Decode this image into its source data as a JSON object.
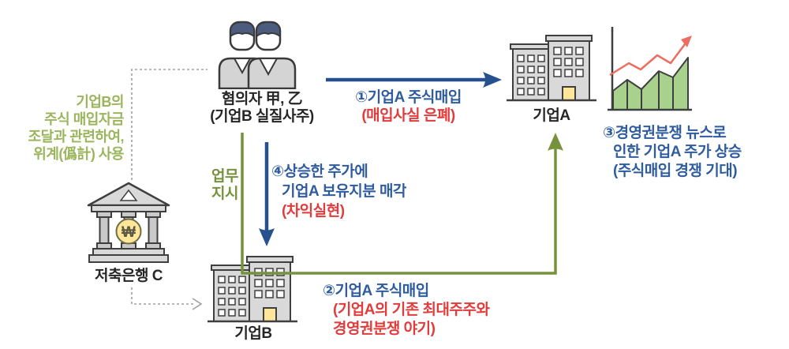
{
  "colors": {
    "arrow_blue": "#27508F",
    "text_blue": "#2E5C9E",
    "text_red": "#E23B3B",
    "line_green": "#76923C",
    "note_green": "#9BB55C",
    "dashed_gray": "#A0A0A0",
    "chart_area_green": "#A9D18E",
    "chart_line_red": "#ED6D60",
    "coin_yellow": "#FFE699",
    "icon_gray": "#D9D9D9"
  },
  "nodes": {
    "suspects": {
      "name": "혐의자 甲, 乙",
      "role": "(기업B 실질사주)",
      "icon": "two-persons-icon"
    },
    "company_a": {
      "label": "기업A",
      "icon": "office-building-icon"
    },
    "company_b": {
      "label": "기업B",
      "icon": "office-building-icon"
    },
    "bank": {
      "label": "저축은행 C",
      "icon": "bank-icon",
      "coin_symbol": "₩"
    }
  },
  "annotations": {
    "funding_note": {
      "lines": [
        "기업B의",
        "주식 매입자금",
        "조달과 관련하여,",
        "위계(僞計) 사용"
      ]
    },
    "work_order": {
      "lines": [
        "업무",
        "지시"
      ]
    },
    "step1": {
      "title": "①기업A 주식매입",
      "sub": "(매입사실 은폐)"
    },
    "step2": {
      "title": "②기업A 주식매입",
      "sub_line1": "(기업A의 기존 최대주주와",
      "sub_line2": "경영권분쟁 야기)"
    },
    "step3": {
      "lines": [
        "③경영권분쟁 뉴스로",
        "인한 기업A 주가 상승",
        "(주식매입 경쟁 기대)"
      ]
    },
    "step4": {
      "title_line1": "④상승한 주가에",
      "title_line2": "기업A 보유지분 매각",
      "sub": "(차익실현)"
    }
  },
  "chart_data": {
    "type": "area",
    "title": "",
    "description": "Decorative rising stock-price icon beside 기업A (no axis labels shown)",
    "x_points": [
      1,
      2,
      3,
      4,
      5,
      6
    ],
    "area_series_relative": [
      35,
      55,
      38,
      72,
      60,
      97
    ],
    "line_series_relative": [
      55,
      75,
      63,
      90,
      77,
      110
    ],
    "trend": "up",
    "axes_labeled": false,
    "grid": false,
    "legend": false
  }
}
